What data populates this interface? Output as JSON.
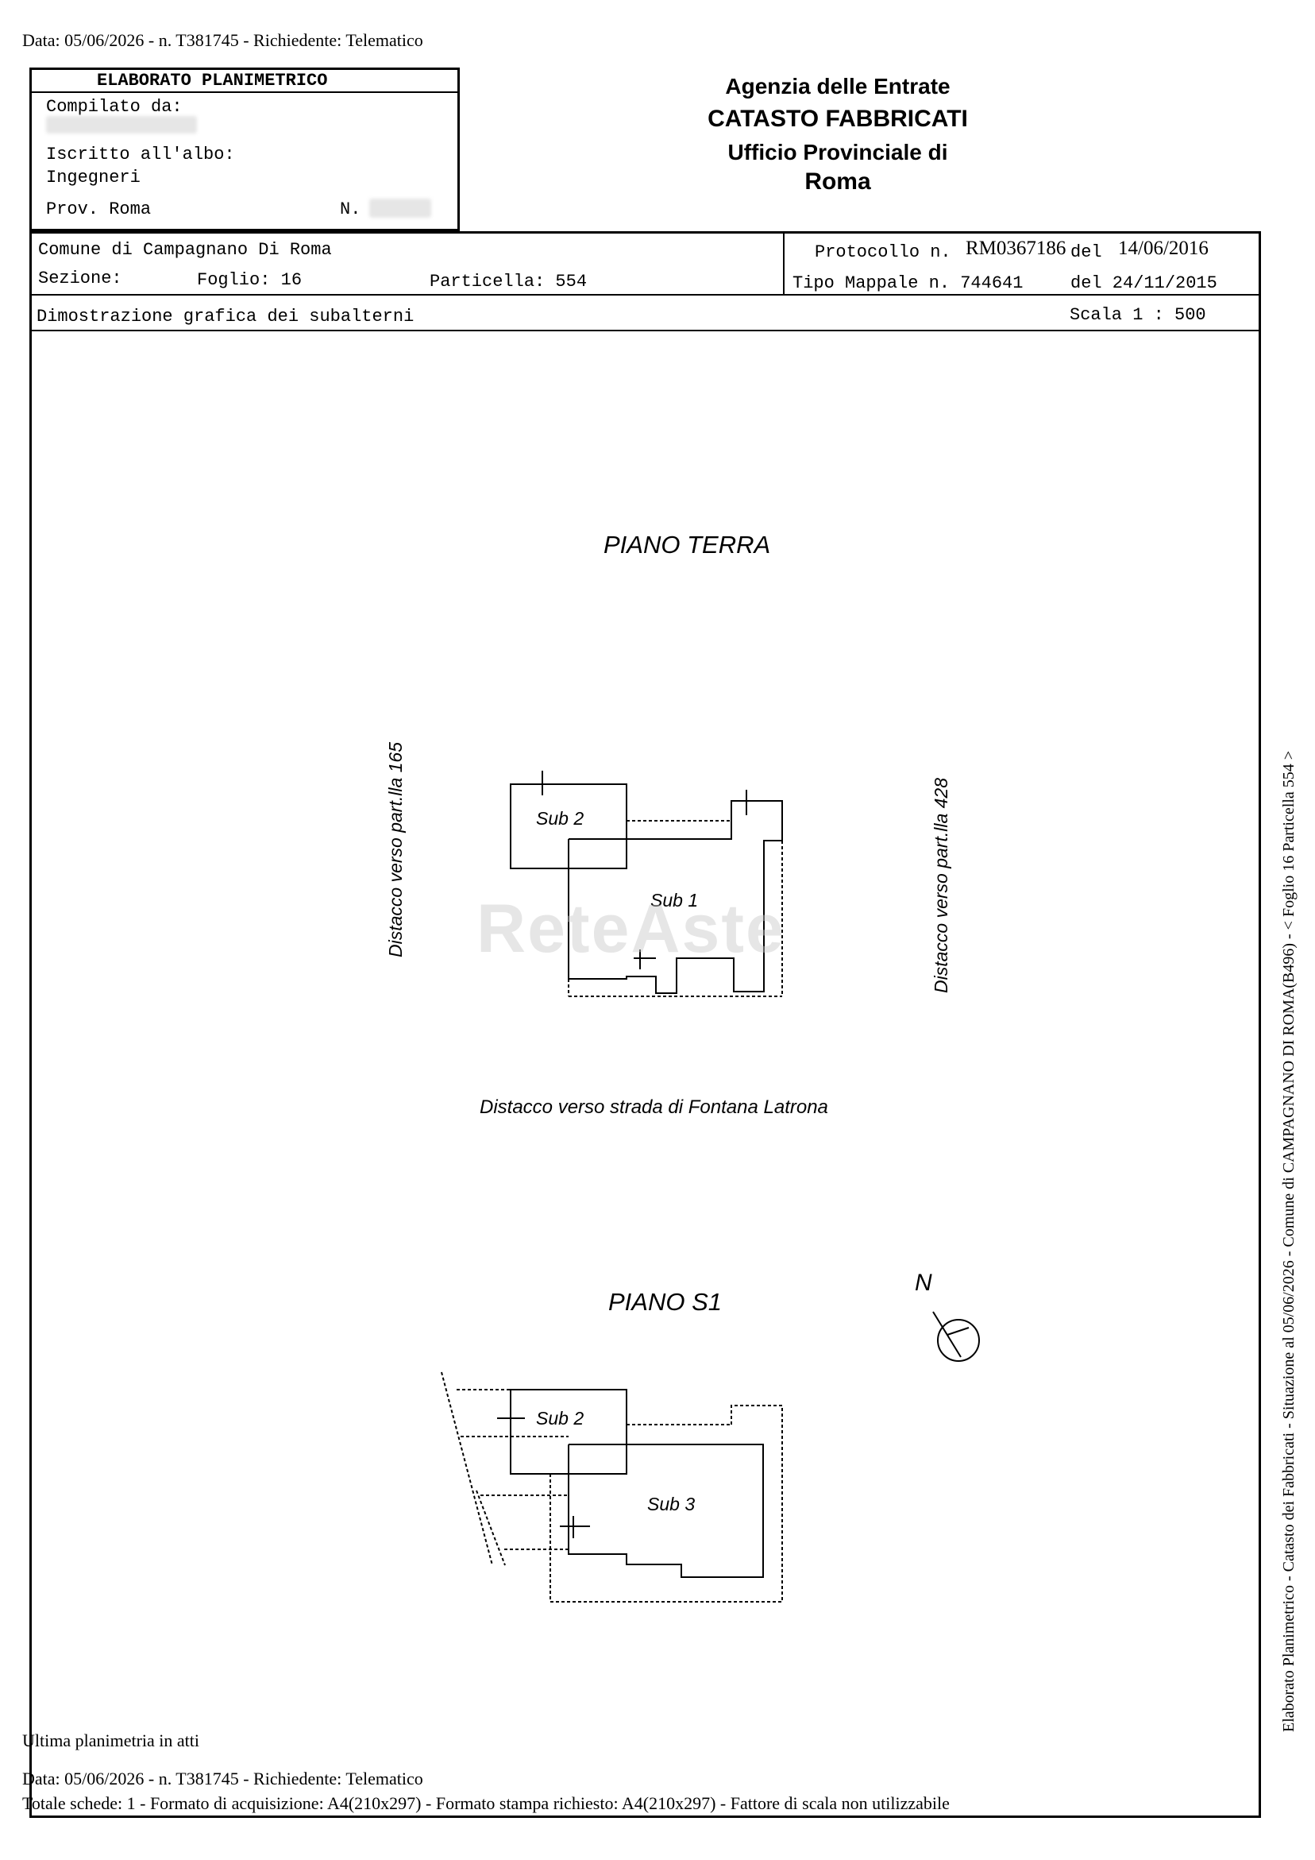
{
  "header_line": "Data: 05/06/2026 - n. T381745 - Richiedente: Telematico",
  "left_box": {
    "title": "ELABORATO PLANIMETRICO",
    "compilato_label": "Compilato da:",
    "iscritto_label": "Iscritto all'albo:",
    "albo_value": "Ingegneri",
    "prov_label": "Prov. Roma",
    "n_label": "N."
  },
  "agency": {
    "line1": "Agenzia delle Entrate",
    "line2": "CATASTO FABBRICATI",
    "line3": "Ufficio Provinciale di",
    "line4": "Roma"
  },
  "info": {
    "comune": "Comune di Campagnano Di Roma",
    "sezione": "Sezione:",
    "foglio": "Foglio: 16",
    "particella": "Particella: 554",
    "protocollo_label": "Protocollo n.",
    "protocollo_value": "RM0367186",
    "protocollo_del_label": "del",
    "protocollo_date": "14/06/2016",
    "tipo_mappale": "Tipo Mappale n. 744641",
    "tipo_mappale_date": "del 24/11/2015",
    "dimostrazione": "Dimostrazione grafica dei subalterni",
    "scala": "Scala 1 : 500"
  },
  "plan": {
    "piano_terra": "PIANO TERRA",
    "piano_s1": "PIANO S1",
    "sub1": "Sub 1",
    "sub2": "Sub 2",
    "sub3": "Sub 3",
    "left_distacco": "Distacco verso part.lla 165",
    "right_distacco": "Distacco verso part.lla 428",
    "bottom_distacco": "Distacco verso strada di Fontana Latrona",
    "north": "N"
  },
  "watermark": "ReteAste",
  "side_note": "Elaborato Planimetrico - Catasto dei Fabbricati - Situazione al 05/06/2026 - Comune di CAMPAGNANO DI ROMA(B496) - < Foglio 16 Particella 554 >",
  "footer": {
    "ultima": "Ultima planimetria in atti",
    "line1": "Data: 05/06/2026 - n. T381745 - Richiedente: Telematico",
    "line2": "Totale schede: 1 - Formato di acquisizione: A4(210x297)  - Formato stampa richiesto: A4(210x297) - Fattore di scala non utilizzabile"
  }
}
